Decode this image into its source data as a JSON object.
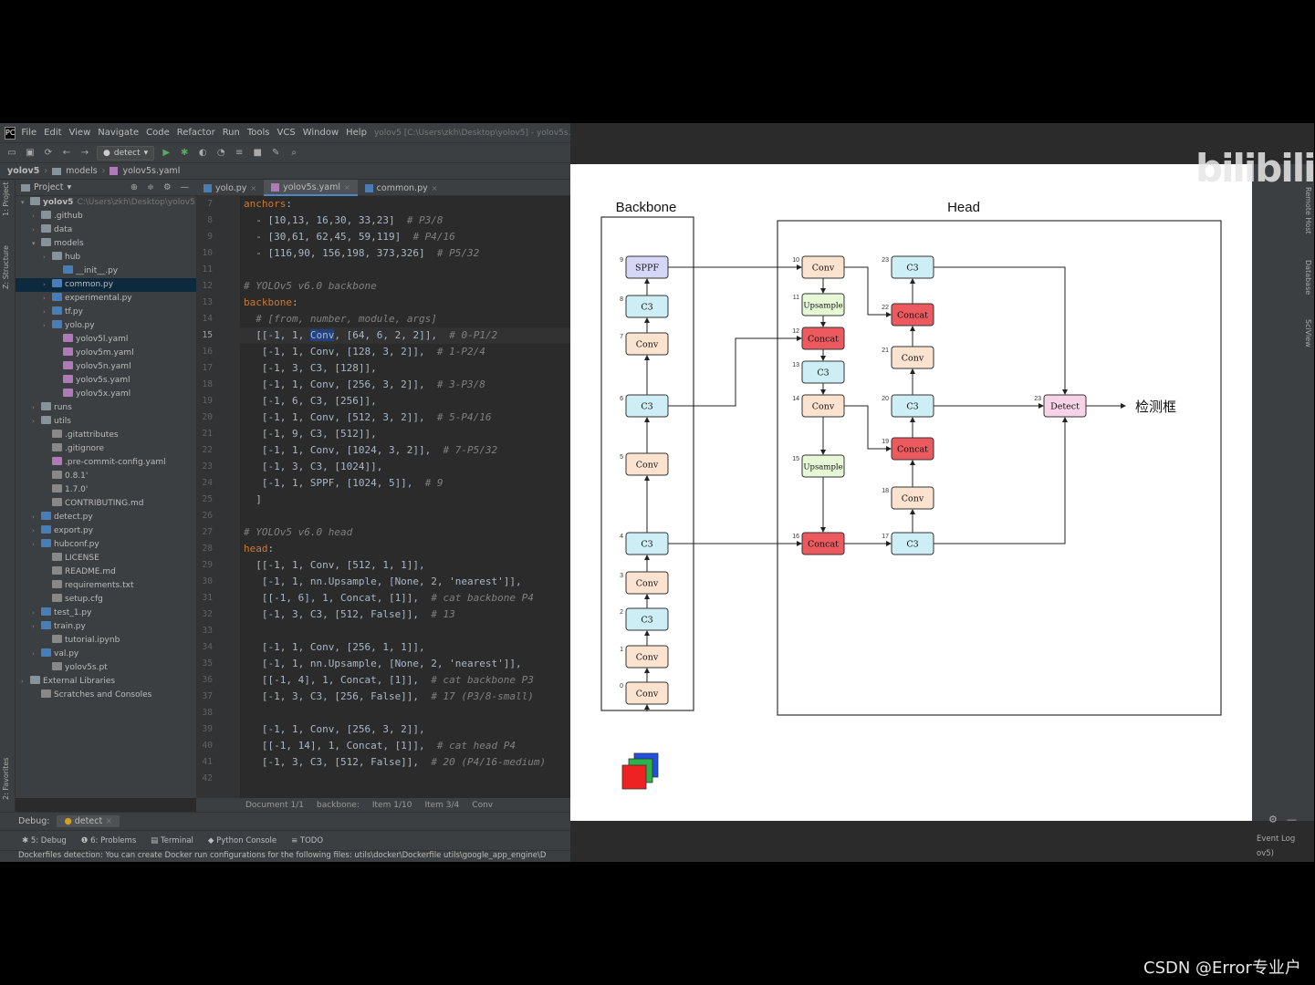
{
  "menu": {
    "items": [
      "File",
      "Edit",
      "View",
      "Navigate",
      "Code",
      "Refactor",
      "Run",
      "Tools",
      "VCS",
      "Window",
      "Help"
    ],
    "project_path": "yolov5 [C:\\Users\\zkh\\Desktop\\yolov5] - yolov5s.ya"
  },
  "toolbar": {
    "run_config": "detect"
  },
  "breadcrumb": [
    "yolov5",
    "models",
    "yolov5s.yaml"
  ],
  "sidebar_strip": {
    "project": "1: Project",
    "structure": "Z: Structure",
    "favorites": "2: Favorites"
  },
  "project_panel": {
    "title": "Project",
    "tree": [
      {
        "label": "yolov5",
        "dim": "C:\\Users\\zkh\\Desktop\\yolov5",
        "indent": 0,
        "type": "fold",
        "arrow": "▾",
        "bold": true
      },
      {
        "label": ".github",
        "indent": 1,
        "type": "fold",
        "arrow": "›"
      },
      {
        "label": "data",
        "indent": 1,
        "type": "fold",
        "arrow": "›"
      },
      {
        "label": "models",
        "indent": 1,
        "type": "fold",
        "arrow": "▾"
      },
      {
        "label": "hub",
        "indent": 2,
        "type": "fold",
        "arrow": "›"
      },
      {
        "label": "__init__.py",
        "indent": 3,
        "type": "pyf",
        "arrow": ""
      },
      {
        "label": "common.py",
        "indent": 2,
        "type": "pyf",
        "arrow": "›",
        "selected": true
      },
      {
        "label": "experimental.py",
        "indent": 2,
        "type": "pyf",
        "arrow": "›"
      },
      {
        "label": "tf.py",
        "indent": 2,
        "type": "pyf",
        "arrow": "›"
      },
      {
        "label": "yolo.py",
        "indent": 2,
        "type": "pyf",
        "arrow": "›"
      },
      {
        "label": "yolov5l.yaml",
        "indent": 3,
        "type": "yf",
        "arrow": ""
      },
      {
        "label": "yolov5m.yaml",
        "indent": 3,
        "type": "yf",
        "arrow": ""
      },
      {
        "label": "yolov5n.yaml",
        "indent": 3,
        "type": "yf",
        "arrow": ""
      },
      {
        "label": "yolov5s.yaml",
        "indent": 3,
        "type": "yf",
        "arrow": ""
      },
      {
        "label": "yolov5x.yaml",
        "indent": 3,
        "type": "yf",
        "arrow": ""
      },
      {
        "label": "runs",
        "indent": 1,
        "type": "fold",
        "arrow": "›"
      },
      {
        "label": "utils",
        "indent": 1,
        "type": "fold",
        "arrow": "›"
      },
      {
        "label": ".gitattributes",
        "indent": 2,
        "type": "tf",
        "arrow": ""
      },
      {
        "label": ".gitignore",
        "indent": 2,
        "type": "tf",
        "arrow": ""
      },
      {
        "label": ".pre-commit-config.yaml",
        "indent": 2,
        "type": "yf",
        "arrow": ""
      },
      {
        "label": "0.8.1'",
        "indent": 2,
        "type": "tf",
        "arrow": ""
      },
      {
        "label": "1.7.0'",
        "indent": 2,
        "type": "tf",
        "arrow": ""
      },
      {
        "label": "CONTRIBUTING.md",
        "indent": 2,
        "type": "tf",
        "arrow": ""
      },
      {
        "label": "detect.py",
        "indent": 1,
        "type": "pyf",
        "arrow": "›"
      },
      {
        "label": "export.py",
        "indent": 1,
        "type": "pyf",
        "arrow": "›"
      },
      {
        "label": "hubconf.py",
        "indent": 1,
        "type": "pyf",
        "arrow": "›"
      },
      {
        "label": "LICENSE",
        "indent": 2,
        "type": "tf",
        "arrow": ""
      },
      {
        "label": "README.md",
        "indent": 2,
        "type": "tf",
        "arrow": ""
      },
      {
        "label": "requirements.txt",
        "indent": 2,
        "type": "tf",
        "arrow": ""
      },
      {
        "label": "setup.cfg",
        "indent": 2,
        "type": "tf",
        "arrow": ""
      },
      {
        "label": "test_1.py",
        "indent": 1,
        "type": "pyf",
        "arrow": "›"
      },
      {
        "label": "train.py",
        "indent": 1,
        "type": "pyf",
        "arrow": "›"
      },
      {
        "label": "tutorial.ipynb",
        "indent": 2,
        "type": "tf",
        "arrow": ""
      },
      {
        "label": "val.py",
        "indent": 1,
        "type": "pyf",
        "arrow": "›"
      },
      {
        "label": "yolov5s.pt",
        "indent": 2,
        "type": "tf",
        "arrow": ""
      },
      {
        "label": "External Libraries",
        "indent": 0,
        "type": "fold",
        "arrow": "›"
      },
      {
        "label": "Scratches and Consoles",
        "indent": 1,
        "type": "tf",
        "arrow": ""
      }
    ]
  },
  "editor": {
    "tabs": [
      {
        "label": "yolo.py",
        "active": false
      },
      {
        "label": "yolov5s.yaml",
        "active": true
      },
      {
        "label": "common.py",
        "active": false
      }
    ],
    "current_line": 15,
    "lines": [
      {
        "n": 7,
        "html": "<span class='k'>anchors</span>:"
      },
      {
        "n": 8,
        "html": "  - [10,13, 16,30, 33,23]  <span class='c'># P3/8</span>"
      },
      {
        "n": 9,
        "html": "  - [30,61, 62,45, 59,119]  <span class='c'># P4/16</span>"
      },
      {
        "n": 10,
        "html": "  - [116,90, 156,198, 373,326]  <span class='c'># P5/32</span>"
      },
      {
        "n": 11,
        "html": ""
      },
      {
        "n": 12,
        "html": "<span class='c'># YOLOv5 v6.0 backbone</span>"
      },
      {
        "n": 13,
        "html": "<span class='k'>backbone</span>:"
      },
      {
        "n": 14,
        "html": "  <span class='c'># [from, number, module, args]</span>"
      },
      {
        "n": 15,
        "html": "  [[-1, 1, <span class='hl'>Conv</span>, [64, 6, 2, 2]],  <span class='c'># 0-P1/2</span>"
      },
      {
        "n": 16,
        "html": "   [-1, 1, Conv, [128, 3, 2]],  <span class='c'># 1-P2/4</span>"
      },
      {
        "n": 17,
        "html": "   [-1, 3, C3, [128]],"
      },
      {
        "n": 18,
        "html": "   [-1, 1, Conv, [256, 3, 2]],  <span class='c'># 3-P3/8</span>"
      },
      {
        "n": 19,
        "html": "   [-1, 6, C3, [256]],"
      },
      {
        "n": 20,
        "html": "   [-1, 1, Conv, [512, 3, 2]],  <span class='c'># 5-P4/16</span>"
      },
      {
        "n": 21,
        "html": "   [-1, 9, C3, [512]],"
      },
      {
        "n": 22,
        "html": "   [-1, 1, Conv, [1024, 3, 2]],  <span class='c'># 7-P5/32</span>"
      },
      {
        "n": 23,
        "html": "   [-1, 3, C3, [1024]],"
      },
      {
        "n": 24,
        "html": "   [-1, 1, SPPF, [1024, 5]],  <span class='c'># 9</span>"
      },
      {
        "n": 25,
        "html": "  ]"
      },
      {
        "n": 26,
        "html": ""
      },
      {
        "n": 27,
        "html": "<span class='c'># YOLOv5 v6.0 head</span>"
      },
      {
        "n": 28,
        "html": "<span class='k'>head</span>:"
      },
      {
        "n": 29,
        "html": "  [[-1, 1, Conv, [512, 1, 1]],"
      },
      {
        "n": 30,
        "html": "   [-1, 1, nn.Upsample, [None, 2, 'nearest']],"
      },
      {
        "n": 31,
        "html": "   [[-1, 6], 1, Concat, [1]],  <span class='c'># cat backbone P4</span>"
      },
      {
        "n": 32,
        "html": "   [-1, 3, C3, [512, False]],  <span class='c'># 13</span>"
      },
      {
        "n": 33,
        "html": ""
      },
      {
        "n": 34,
        "html": "   [-1, 1, Conv, [256, 1, 1]],"
      },
      {
        "n": 35,
        "html": "   [-1, 1, nn.Upsample, [None, 2, 'nearest']],"
      },
      {
        "n": 36,
        "html": "   [[-1, 4], 1, Concat, [1]],  <span class='c'># cat backbone P3</span>"
      },
      {
        "n": 37,
        "html": "   [-1, 3, C3, [256, False]],  <span class='c'># 17 (P3/8-small)</span>"
      },
      {
        "n": 38,
        "html": ""
      },
      {
        "n": 39,
        "html": "   [-1, 1, Conv, [256, 3, 2]],"
      },
      {
        "n": 40,
        "html": "   [[-1, 14], 1, Concat, [1]],  <span class='c'># cat head P4</span>"
      },
      {
        "n": 41,
        "html": "   [-1, 3, C3, [512, False]],  <span class='c'># 20 (P4/16-medium)</span>"
      },
      {
        "n": 42,
        "html": ""
      }
    ],
    "status": [
      "Document 1/1",
      "backbone:",
      "Item 1/10",
      "Item 3/4",
      "Conv"
    ]
  },
  "debug": {
    "label": "Debug:",
    "config": "detect"
  },
  "tool_windows": [
    "5: Debug",
    "6: Problems",
    "Terminal",
    "Python Console",
    "TODO"
  ],
  "notification": "Dockerfiles detection: You can create Docker run configurations for the following files: utils\\docker\\Dockerfile utils\\google_app_engine\\D",
  "right_strip": {
    "remote_host": "Remote Host",
    "database": "Database",
    "sciview": "SciView",
    "event_log": "Event Log",
    "bottom": "ov5)"
  },
  "watermark": "bilibili",
  "footer_credit": "CSDN @Error专业户",
  "diagram": {
    "backbone_title": "Backbone",
    "head_title": "Head",
    "output_label": "检测框",
    "colors": {
      "conv": "#fbe3cf",
      "c3": "#cdeef5",
      "sppf": "#d6d6f7",
      "upsample": "#e6f8d6",
      "concat": "#ec5a5f",
      "detect": "#f7d3e8"
    },
    "nodes": [
      {
        "id": "b0",
        "num": "0",
        "label": "Conv",
        "type": "conv"
      },
      {
        "id": "b1",
        "num": "1",
        "label": "Conv",
        "type": "conv"
      },
      {
        "id": "b2",
        "num": "2",
        "label": "C3",
        "type": "c3"
      },
      {
        "id": "b3",
        "num": "3",
        "label": "Conv",
        "type": "conv"
      },
      {
        "id": "b4",
        "num": "4",
        "label": "C3",
        "type": "c3"
      },
      {
        "id": "b5",
        "num": "5",
        "label": "Conv",
        "type": "conv"
      },
      {
        "id": "b6",
        "num": "6",
        "label": "C3",
        "type": "c3"
      },
      {
        "id": "b7",
        "num": "7",
        "label": "Conv",
        "type": "conv"
      },
      {
        "id": "b8",
        "num": "8",
        "label": "C3",
        "type": "c3"
      },
      {
        "id": "b9",
        "num": "9",
        "label": "SPPF",
        "type": "sppf"
      },
      {
        "id": "h10",
        "num": "10",
        "label": "Conv",
        "type": "conv"
      },
      {
        "id": "h11",
        "num": "11",
        "label": "Upsample",
        "type": "upsample"
      },
      {
        "id": "h12",
        "num": "12",
        "label": "Concat",
        "type": "concat"
      },
      {
        "id": "h13",
        "num": "13",
        "label": "C3",
        "type": "c3"
      },
      {
        "id": "h14",
        "num": "14",
        "label": "Conv",
        "type": "conv"
      },
      {
        "id": "h15",
        "num": "15",
        "label": "Upsample",
        "type": "upsample"
      },
      {
        "id": "h16",
        "num": "16",
        "label": "Concat",
        "type": "concat"
      },
      {
        "id": "h17",
        "num": "17",
        "label": "C3",
        "type": "c3"
      },
      {
        "id": "h18",
        "num": "18",
        "label": "Conv",
        "type": "conv"
      },
      {
        "id": "h19",
        "num": "19",
        "label": "Concat",
        "type": "concat"
      },
      {
        "id": "h20",
        "num": "20",
        "label": "C3",
        "type": "c3"
      },
      {
        "id": "h21",
        "num": "21",
        "label": "Conv",
        "type": "conv"
      },
      {
        "id": "h22",
        "num": "22",
        "label": "Concat",
        "type": "concat"
      },
      {
        "id": "h23",
        "num": "23",
        "label": "C3",
        "type": "c3"
      },
      {
        "id": "det",
        "num": "23",
        "label": "Detect",
        "type": "detect"
      }
    ]
  }
}
